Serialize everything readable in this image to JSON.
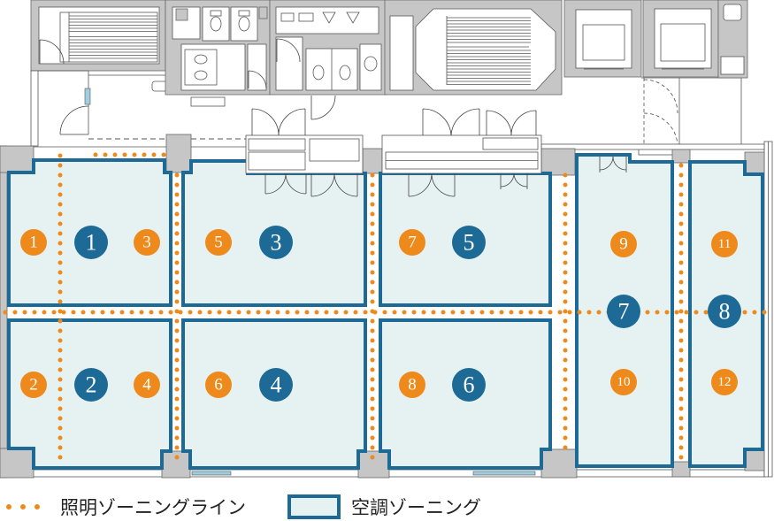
{
  "legend": {
    "lighting_zoning_line": "照明ゾーニングライン",
    "ac_zoning": "空調ゾーニング"
  },
  "lighting_zone_labels": [
    "1",
    "2",
    "3",
    "4",
    "5",
    "6",
    "7",
    "8",
    "9",
    "10",
    "11",
    "12"
  ],
  "ac_zone_labels": [
    "1",
    "2",
    "3",
    "4",
    "5",
    "6",
    "7",
    "8"
  ],
  "colors": {
    "lighting_line": "#EE8A1B",
    "ac_zone_border": "#1E6A96",
    "ac_zone_fill": "#E5F2F1",
    "wall": "#C6C6C6"
  }
}
